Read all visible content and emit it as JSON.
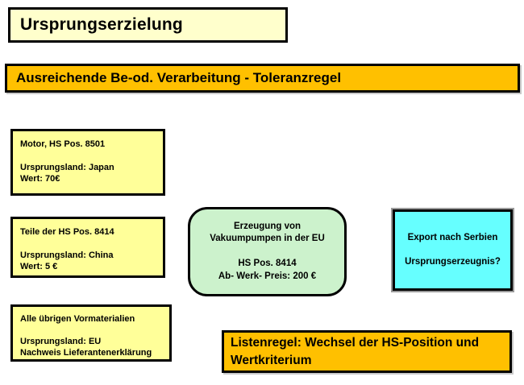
{
  "slide": {
    "title": "Ursprungserzielung",
    "banner": "Ausreichende Be-od. Verarbeitung - Toleranzregel",
    "materials": [
      {
        "title": "Motor, HS Pos. 8501",
        "line1": "Ursprungsland: Japan",
        "line2": "Wert: 70€"
      },
      {
        "title": "Teile der HS Pos. 8414",
        "line1": "Ursprungsland: China",
        "line2": "Wert: 5 €"
      },
      {
        "title": "Alle übrigen Vormaterialien",
        "line1": "Ursprungsland: EU",
        "line2": "Nachweis Lieferantenerklärung"
      }
    ],
    "process": {
      "line1": "Erzeugung von",
      "line2": "Vakuumpumpen in der EU",
      "line3": "HS Pos. 8414",
      "line4": "Ab- Werk- Preis: 200 €"
    },
    "export": {
      "line1": "Export nach Serbien",
      "line2": "Ursprungserzeugnis?"
    },
    "rule": "Listenregel: Wechsel der HS-Position und Wertkriterium",
    "colors": {
      "banner_orange": "#FFC000",
      "title_pale_yellow": "#FFFFCC",
      "material_yellow": "#FFFF99",
      "process_green": "#CCF2CC",
      "export_cyan": "#66FFFF",
      "border_black": "#000000"
    }
  }
}
